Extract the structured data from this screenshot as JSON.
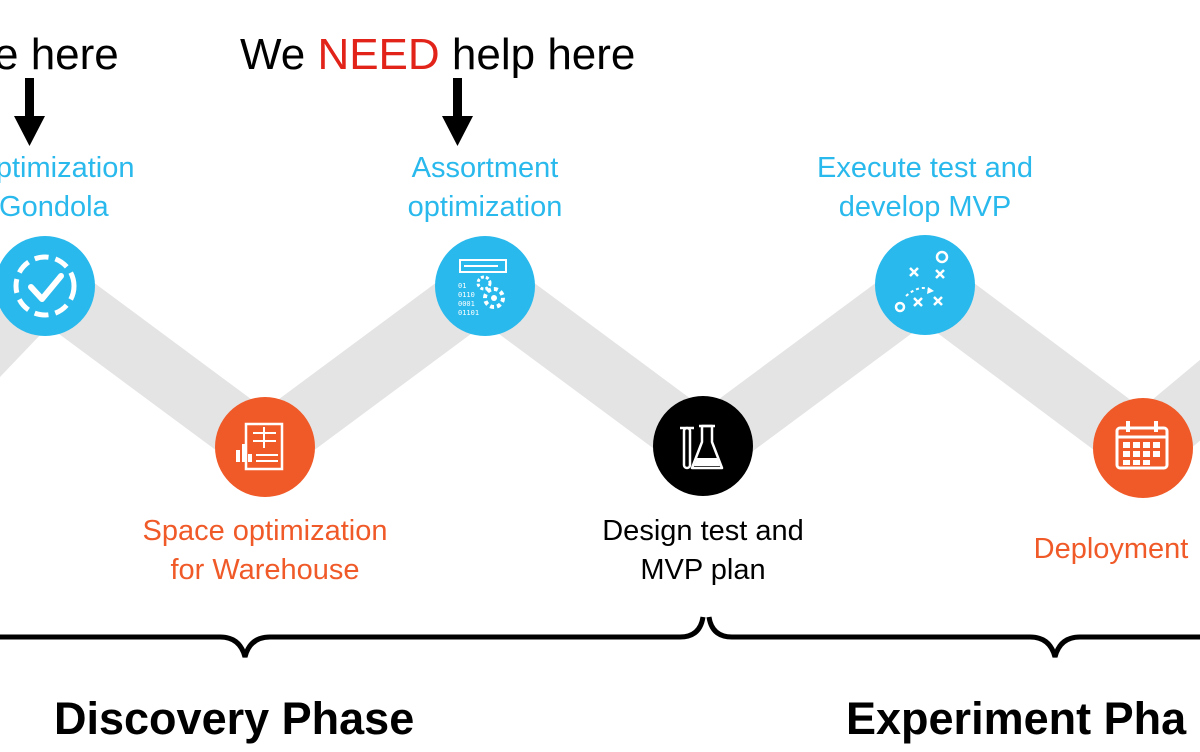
{
  "callouts": {
    "left": "e here",
    "need_prefix": "We ",
    "need_word": "NEED",
    "need_suffix": " help here"
  },
  "steps": [
    {
      "line1": "e optimization",
      "line2": "r Gondola",
      "color": "#29b9ec",
      "icon": "dashed-circle-check-icon"
    },
    {
      "line1": "Space optimization",
      "line2": "for Warehouse",
      "color": "#f05a28",
      "icon": "spreadsheet-chart-icon"
    },
    {
      "line1": "Assortment",
      "line2": "optimization",
      "color": "#29b9ec",
      "icon": "gears-binary-icon"
    },
    {
      "line1": "Design test and",
      "line2": "MVP plan",
      "color": "#000000",
      "icon": "lab-flask-icon"
    },
    {
      "line1": "Execute test and",
      "line2": "develop MVP",
      "color": "#29b9ec",
      "icon": "strategy-play-icon"
    },
    {
      "line1": "Deployment",
      "line2": "",
      "color": "#f05a28",
      "icon": "calendar-icon"
    }
  ],
  "phases": {
    "discovery": "Discovery Phase",
    "experiment": "Experiment Pha"
  },
  "colors": {
    "blue": "#29b9ec",
    "orange": "#f05a28",
    "black": "#000000",
    "zigzag": "#e4e4e4",
    "need": "#e2231a"
  }
}
